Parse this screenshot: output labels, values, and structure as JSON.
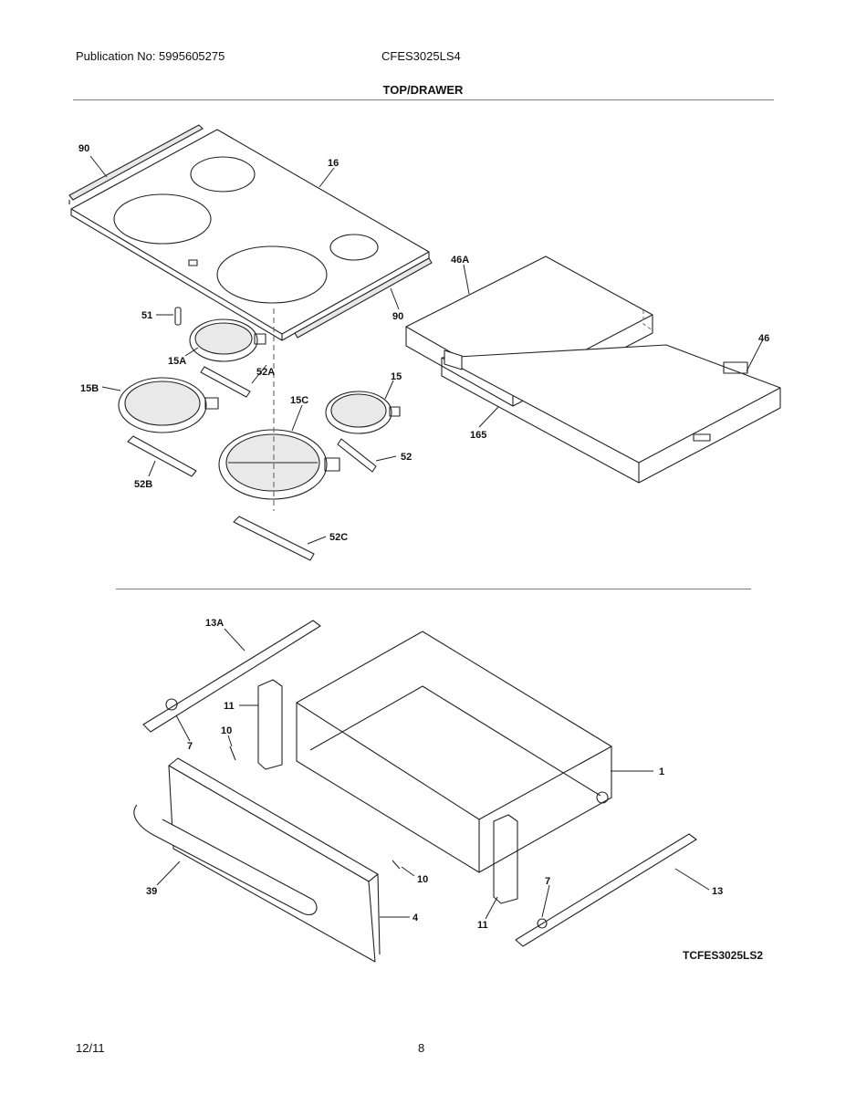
{
  "header": {
    "publication": "Publication No: 5995605275",
    "model": "CFES3025LS4",
    "title": "TOP/DRAWER"
  },
  "callouts": {
    "c90a": "90",
    "c16": "16",
    "c90b": "90",
    "c46A": "46A",
    "c46": "46",
    "c51": "51",
    "c15A": "15A",
    "c52A": "52A",
    "c15B": "15B",
    "c15C": "15C",
    "c15": "15",
    "c165": "165",
    "c52": "52",
    "c52B": "52B",
    "c52C": "52C",
    "c13A": "13A",
    "c11a": "11",
    "c10a": "10",
    "c7a": "7",
    "c1": "1",
    "c39": "39",
    "c10b": "10",
    "c4": "4",
    "c7b": "7",
    "c11b": "11",
    "c13": "13"
  },
  "diagram_code": "TCFES3025LS2",
  "footer": {
    "date": "12/11",
    "page": "8"
  }
}
